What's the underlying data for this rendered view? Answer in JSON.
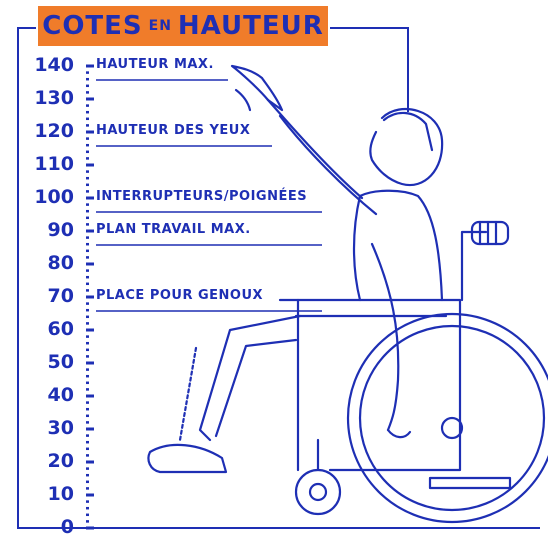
{
  "title": {
    "main": "COTES",
    "small": "EN",
    "end": "HAUTEUR"
  },
  "scale": {
    "max": 140,
    "labels": [
      "0",
      "10",
      "20",
      "30",
      "40",
      "50",
      "60",
      "70",
      "80",
      "90",
      "100",
      "110",
      "120",
      "130",
      "140"
    ]
  },
  "annotations": [
    {
      "id": "hauteur-max",
      "text": "HAUTEUR MAX.",
      "level": 140
    },
    {
      "id": "hauteur-yeux",
      "text": "HAUTEUR DES YEUX",
      "level": 120
    },
    {
      "id": "interrupteurs",
      "text": "INTERRUPTEURS/POIGNÉES",
      "level": 100
    },
    {
      "id": "plan-travail",
      "text": "PLAN TRAVAIL MAX.",
      "level": 90
    },
    {
      "id": "place-genoux",
      "text": "PLACE POUR GENOUX",
      "level": 70
    }
  ],
  "colors": {
    "ink": "#1e2fb4",
    "title_bg": "#f07c2a",
    "background": "#ffffff"
  }
}
